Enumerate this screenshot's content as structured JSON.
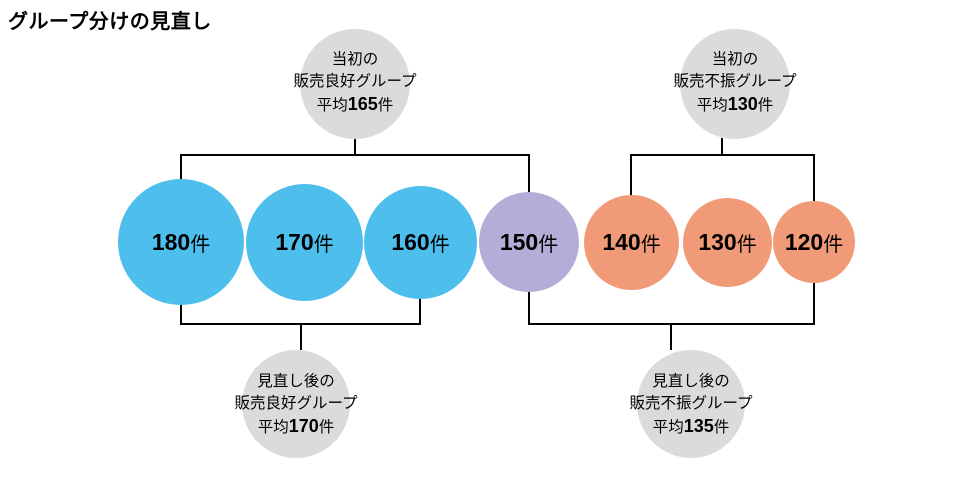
{
  "title": "グループ分けの見直し",
  "colors": {
    "good_group": "#4EBEEC",
    "boundary_group": "#B5ADD8",
    "poor_group": "#F19A77",
    "annotation_bubble": "#DBDBDB",
    "connector_line": "#000000"
  },
  "circles": [
    {
      "value": "180",
      "unit": "件",
      "group": "good"
    },
    {
      "value": "170",
      "unit": "件",
      "group": "good"
    },
    {
      "value": "160",
      "unit": "件",
      "group": "good"
    },
    {
      "value": "150",
      "unit": "件",
      "group": "boundary"
    },
    {
      "value": "140",
      "unit": "件",
      "group": "poor"
    },
    {
      "value": "130",
      "unit": "件",
      "group": "poor"
    },
    {
      "value": "120",
      "unit": "件",
      "group": "poor"
    }
  ],
  "annotations": {
    "initial_good": {
      "line1": "当初の",
      "line2": "販売良好グループ",
      "avg_prefix": "平均",
      "avg_value": "165",
      "avg_unit": "件"
    },
    "initial_poor": {
      "line1": "当初の",
      "line2": "販売不振グループ",
      "avg_prefix": "平均",
      "avg_value": "130",
      "avg_unit": "件"
    },
    "revised_good": {
      "line1": "見直し後の",
      "line2": "販売良好グループ",
      "avg_prefix": "平均",
      "avg_value": "170",
      "avg_unit": "件"
    },
    "revised_poor": {
      "line1": "見直し後の",
      "line2": "販売不振グループ",
      "avg_prefix": "平均",
      "avg_value": "135",
      "avg_unit": "件"
    }
  }
}
